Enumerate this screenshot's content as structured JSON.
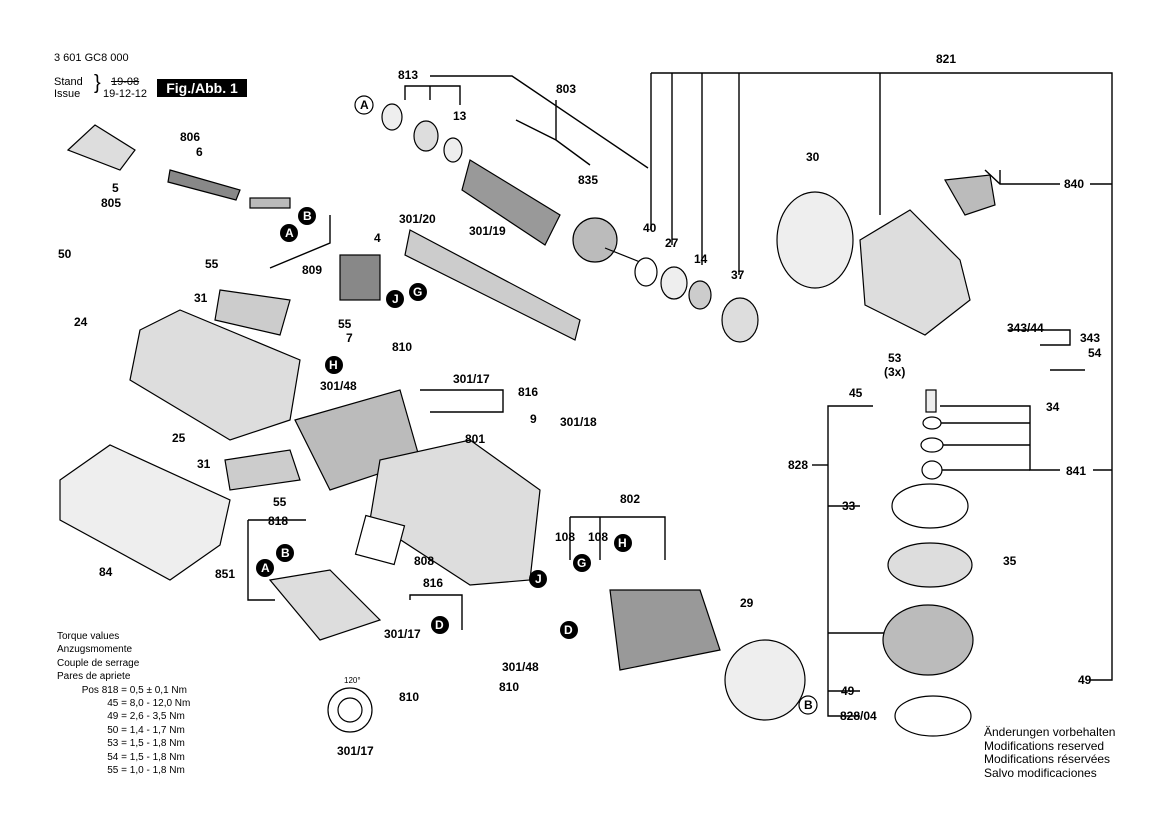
{
  "header": {
    "code": "3 601 GC8 000",
    "stand_label": "Stand",
    "issue_label": "Issue",
    "stand_date": "19-08",
    "issue_date": "19-12-12",
    "fig_label": "Fig./Abb. 1"
  },
  "torque": {
    "lines": [
      "Torque values",
      "Anzugsmomente",
      "Couple de serrage",
      "Pares de apriete"
    ],
    "rows": [
      {
        "pos": "Pos 818 =",
        "value": "0,5 ± 0,1 Nm"
      },
      {
        "pos": "45 =",
        "value": "8,0 - 12,0 Nm"
      },
      {
        "pos": "49 =",
        "value": "2,6 - 3,5 Nm"
      },
      {
        "pos": "50 =",
        "value": "1,4 - 1,7 Nm"
      },
      {
        "pos": "53 =",
        "value": "1,5 - 1,8 Nm"
      },
      {
        "pos": "54 =",
        "value": "1,5 - 1,8 Nm"
      },
      {
        "pos": "55 =",
        "value": "1,0 - 1,8 Nm"
      }
    ]
  },
  "notes": [
    "Änderungen vorbehalten",
    "Modifications reserved",
    "Modifications réservées",
    "Salvo modificaciones"
  ],
  "labels": {
    "p813": "813",
    "p803": "803",
    "p821": "821",
    "p13": "13",
    "p835": "835",
    "p806": "806",
    "p6": "6",
    "p5": "5",
    "p805": "805",
    "p30": "30",
    "p840": "840",
    "p40": "40",
    "p27": "27",
    "p14": "14",
    "p37": "37",
    "p301_20": "301/20",
    "p301_19": "301/19",
    "p4": "4",
    "p50": "50",
    "p55a": "55",
    "p809": "809",
    "p31a": "31",
    "p24": "24",
    "p55b": "55",
    "p7": "7",
    "p810a": "810",
    "p301_17a": "301/17",
    "p816a": "816",
    "p301_48a": "301/48",
    "p343_44": "343/44",
    "p343": "343",
    "p53": "53",
    "p3x": "(3x)",
    "p54": "54",
    "p45": "45",
    "p34": "34",
    "p25": "25",
    "p9": "9",
    "p301_18": "301/18",
    "p801": "801",
    "p828": "828",
    "p841": "841",
    "p31b": "31",
    "p55c": "55",
    "p84": "84",
    "p818": "818",
    "p851": "851",
    "p808": "808",
    "p802": "802",
    "p108a": "108",
    "p108b": "108",
    "p33": "33",
    "p35": "35",
    "p816b": "816",
    "p301_17b": "301/17",
    "p301_48b": "301/48",
    "p810b": "810",
    "p810c": "810",
    "p120": "120°",
    "p301_17c": "301/17",
    "p29": "29",
    "p49a": "49",
    "p49b": "49",
    "p828_04": "828/04"
  },
  "callouts": {
    "A1": "A",
    "A2": "A",
    "B1": "B",
    "B2": "B",
    "A3": "A",
    "B3": "B",
    "G1": "G",
    "J1": "J",
    "H1": "H",
    "G2": "G",
    "H2": "H",
    "J2": "J",
    "D1": "D",
    "D2": "D"
  }
}
